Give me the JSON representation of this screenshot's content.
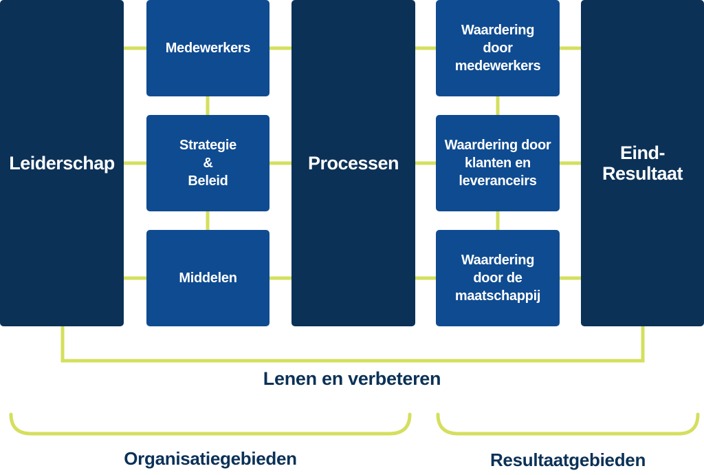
{
  "colors": {
    "dark_box": "#0b3157",
    "blue_box": "#0f4b91",
    "connector": "#d4df5e",
    "text_label": "#0b3157"
  },
  "boxes": {
    "leiderschap": "Leiderschap",
    "medewerkers": "Medewerkers",
    "strategie_beleid": "Strategie\n&\nBeleid",
    "middelen": "Middelen",
    "processen": "Processen",
    "waardering_medewerkers": "Waardering\ndoor\nmedewerkers",
    "waardering_klanten": "Waardering door\nklanten en\nleveranceirs",
    "waardering_maatschappij": "Waardering\ndoor de\nmaatschappij",
    "eind_resultaat": "Eind-\nResultaat"
  },
  "feedback_label": "Lenen en verbeteren",
  "groups": {
    "organisatie": "Organisatiegebieden",
    "resultaat": "Resultaatgebieden"
  }
}
